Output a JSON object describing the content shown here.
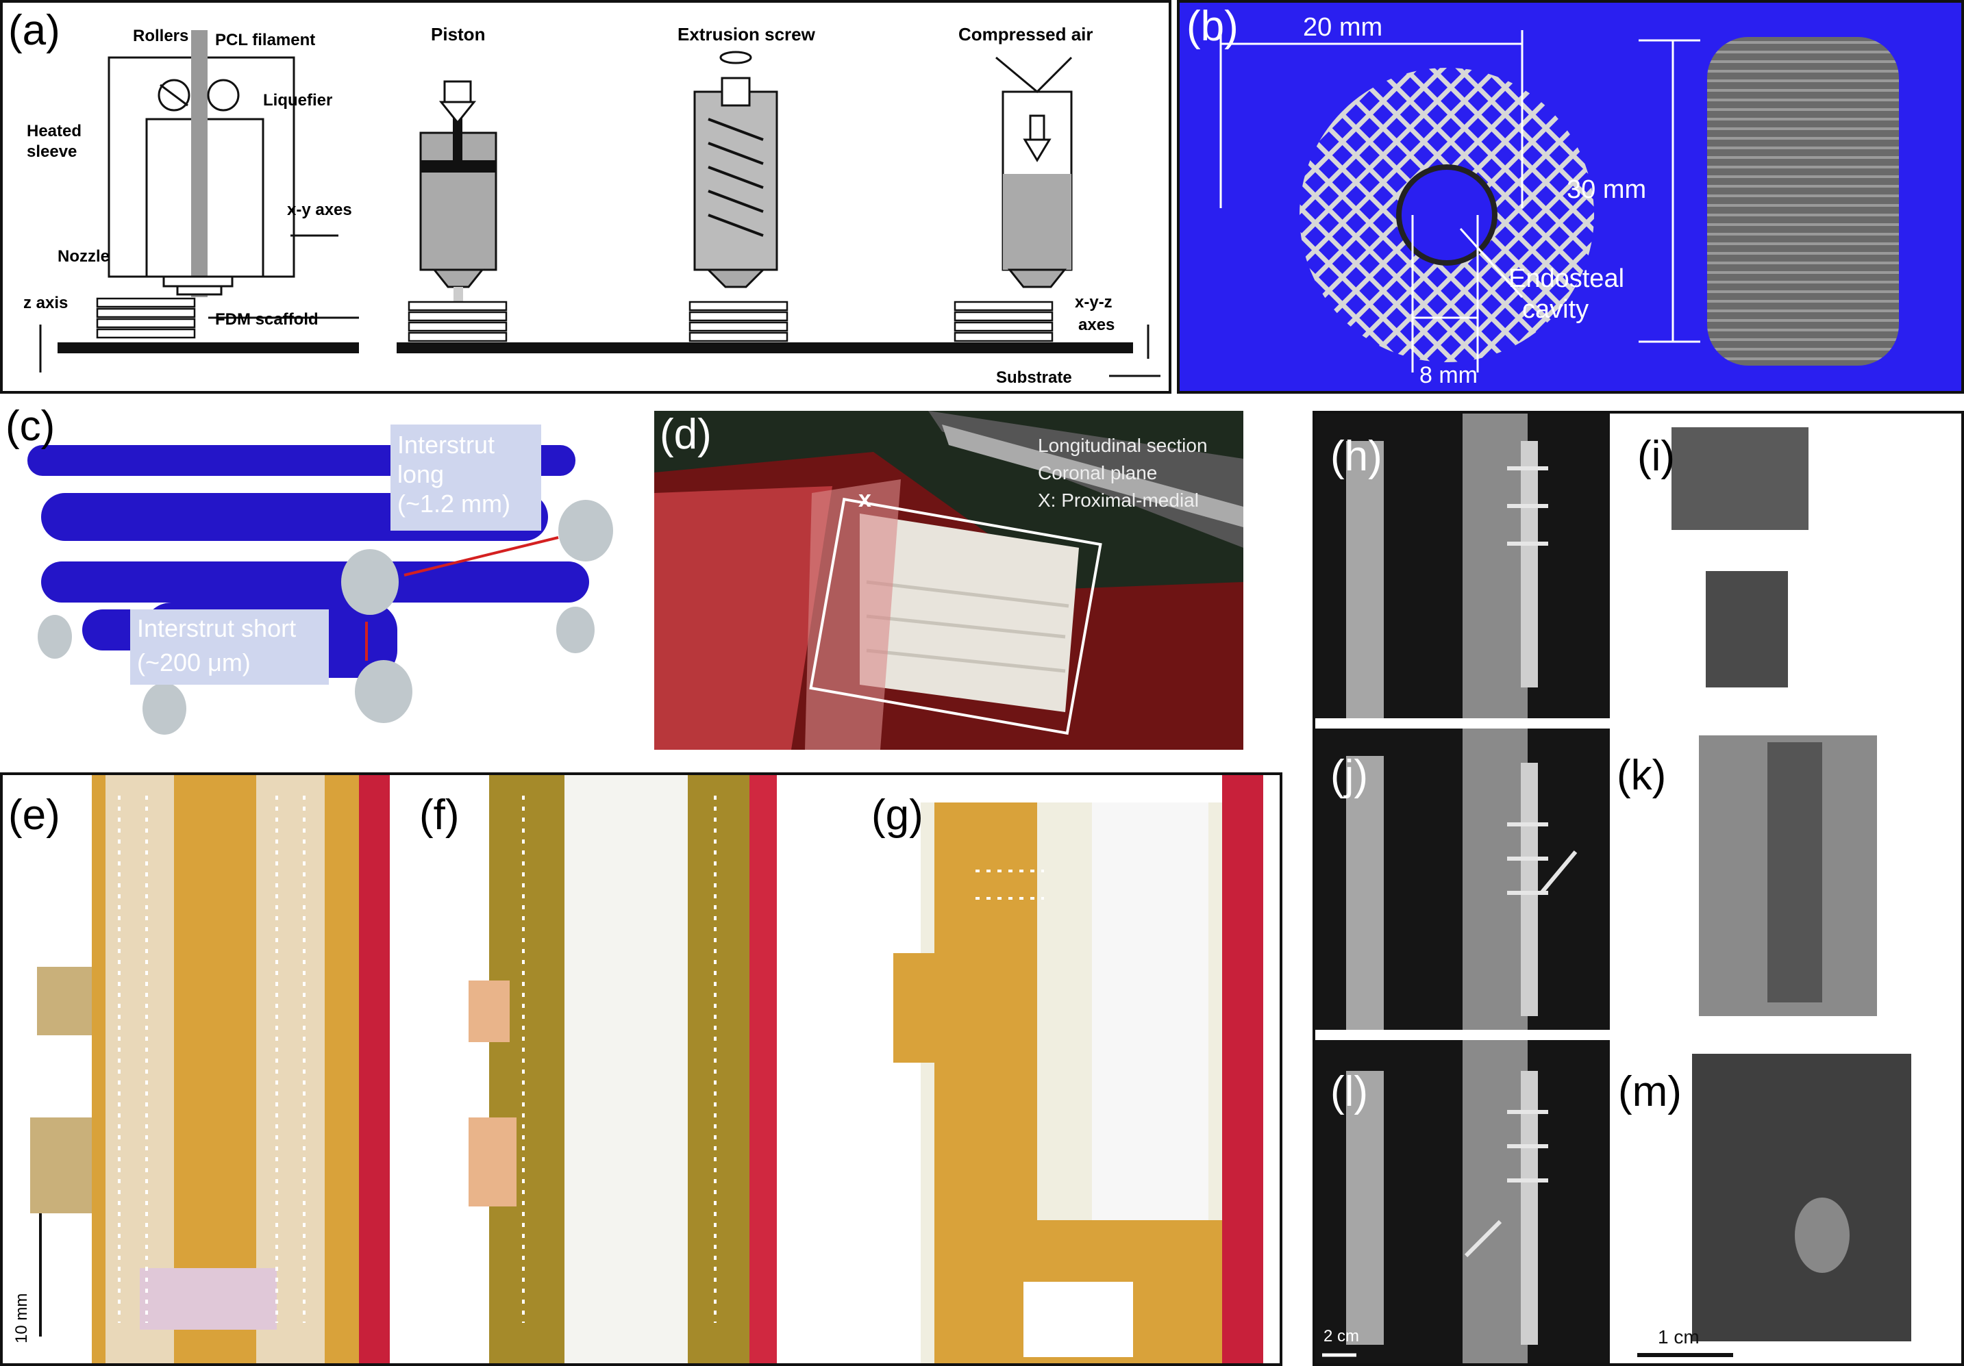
{
  "panels": {
    "a": {
      "label": "(a)",
      "texts": {
        "rollers": "Rollers",
        "pcl": "PCL filament",
        "liquefier": "Liquefier",
        "heated": "Heated",
        "sleeve": "sleeve",
        "xy": "x-y axes",
        "nozzle": "Nozzle",
        "zaxis": "z axis",
        "fdm": "FDM scaffold",
        "piston": "Piston",
        "screw": "Extrusion screw",
        "air": "Compressed air",
        "xyz1": "x-y-z",
        "xyz2": "axes",
        "substrate": "Substrate"
      }
    },
    "b": {
      "label": "(b)",
      "texts": {
        "w20": "20 mm",
        "h30": "30 mm",
        "w8": "8 mm",
        "endo1": "Endosteal",
        "endo2": "cavity"
      }
    },
    "c": {
      "label": "(c)",
      "texts": {
        "long1": "Interstrut",
        "long2": "long",
        "long3": "(~1.2 mm)",
        "short1": "Interstrut short",
        "short2": "(~200 μm)"
      }
    },
    "d": {
      "label": "(d)",
      "texts": {
        "l1": "Longitudinal section",
        "l2": "Coronal plane",
        "l3": "X: Proximal-medial",
        "x": "x"
      }
    },
    "e": {
      "label": "(e)",
      "scale": "10 mm"
    },
    "f": {
      "label": "(f)"
    },
    "g": {
      "label": "(g)"
    },
    "h": {
      "label": "(h)"
    },
    "i": {
      "label": "(i)"
    },
    "j": {
      "label": "(j)"
    },
    "k": {
      "label": "(k)"
    },
    "l": {
      "label": "(l)",
      "scale": "2 cm"
    },
    "m": {
      "label": "(m)",
      "scale": "1 cm"
    }
  },
  "colors": {
    "blue_bg": "#2a1ff0",
    "strut_blue": "#2415c8",
    "stain_orange": "#d9a23a",
    "stain_red": "#c8203a",
    "xray_black": "#151515"
  }
}
